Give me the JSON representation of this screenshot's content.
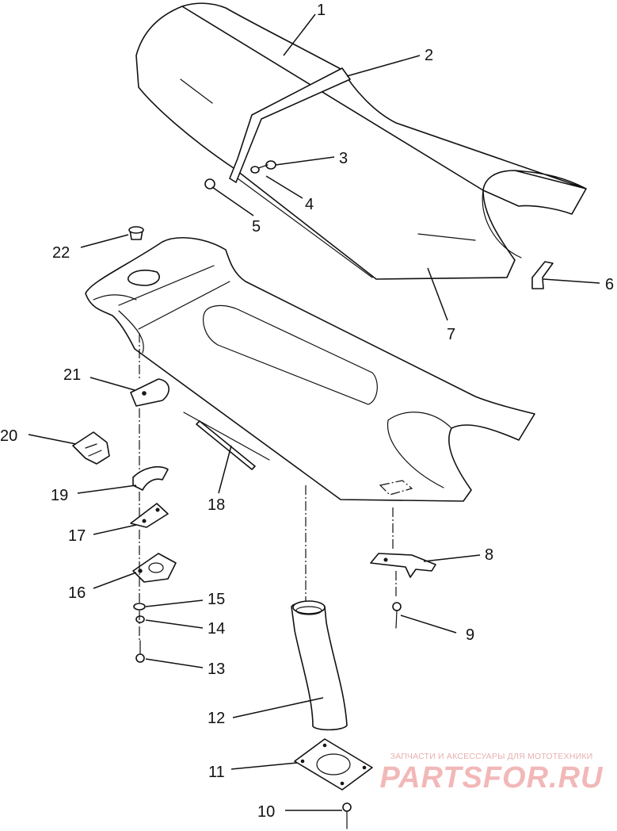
{
  "diagram": {
    "callouts": [
      {
        "id": "1",
        "label": "1"
      },
      {
        "id": "2",
        "label": "2"
      },
      {
        "id": "3",
        "label": "3"
      },
      {
        "id": "4",
        "label": "4"
      },
      {
        "id": "5",
        "label": "5"
      },
      {
        "id": "6",
        "label": "6"
      },
      {
        "id": "7",
        "label": "7"
      },
      {
        "id": "8",
        "label": "8"
      },
      {
        "id": "9",
        "label": "9"
      },
      {
        "id": "10",
        "label": "10"
      },
      {
        "id": "11",
        "label": "11"
      },
      {
        "id": "12",
        "label": "12"
      },
      {
        "id": "13",
        "label": "13"
      },
      {
        "id": "14",
        "label": "14"
      },
      {
        "id": "15",
        "label": "15"
      },
      {
        "id": "16",
        "label": "16"
      },
      {
        "id": "17",
        "label": "17"
      },
      {
        "id": "18",
        "label": "18"
      },
      {
        "id": "19",
        "label": "19"
      },
      {
        "id": "20",
        "label": "20"
      },
      {
        "id": "21",
        "label": "21"
      },
      {
        "id": "22",
        "label": "22"
      }
    ]
  },
  "watermark": {
    "tagline": "ЗАПЧАСТИ И АКСЕССУАРЫ ДЛЯ МОТОТЕХНИКИ",
    "logo": "PARTSFOR.RU",
    "color": "#f2b8b8"
  },
  "colors": {
    "line": "#111111",
    "background": "#ffffff"
  }
}
